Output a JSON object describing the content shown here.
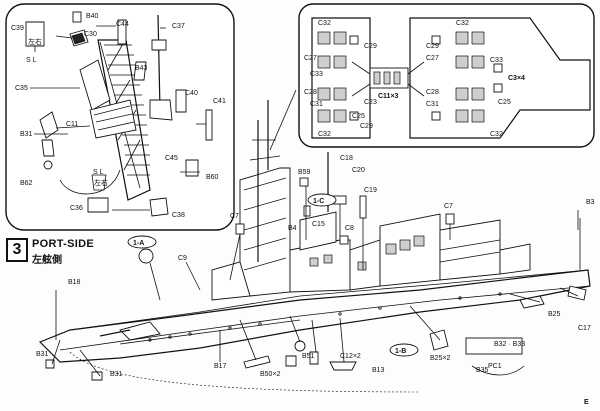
{
  "step": {
    "number": "3",
    "title": "PORT-SIDE",
    "title_jp": "左舷側"
  },
  "detail_left": {
    "labels": [
      "C39",
      "B40",
      "C44",
      "C37",
      "C30",
      "B43",
      "C35",
      "C40",
      "B31",
      "C11",
      "C41",
      "C45",
      "B62",
      "B60",
      "C36",
      "C38"
    ],
    "sl_top": "S L",
    "sl_bottom": "S L",
    "note_top": "左右",
    "note_bottom": "左右"
  },
  "detail_right": {
    "labels_left": [
      "C32",
      "C29",
      "C27",
      "C33",
      "C28",
      "C31",
      "C23",
      "C25",
      "C32",
      "C29"
    ],
    "labels_right": [
      "C32",
      "C29",
      "C27",
      "C33",
      "C28",
      "C31",
      "C25",
      "C32"
    ],
    "callout_center": "C11×3",
    "callout_right": "C3×4"
  },
  "main": {
    "callouts": [
      "C18",
      "C20",
      "B59",
      "C19",
      "1-C",
      "C7",
      "C15",
      "C8",
      "B4",
      "C9",
      "1-A",
      "B18",
      "C7",
      "B3",
      "B25",
      "C17",
      "B17",
      "B50×2",
      "B51",
      "C12×2",
      "1-B",
      "B25×2",
      "B35",
      "B31",
      "B31",
      "B13"
    ],
    "circled": [
      "1-A",
      "1-B",
      "1-C"
    ],
    "legend_box": {
      "text": "B32 · B33",
      "sub": "PC1"
    },
    "corner_mark": "E"
  }
}
